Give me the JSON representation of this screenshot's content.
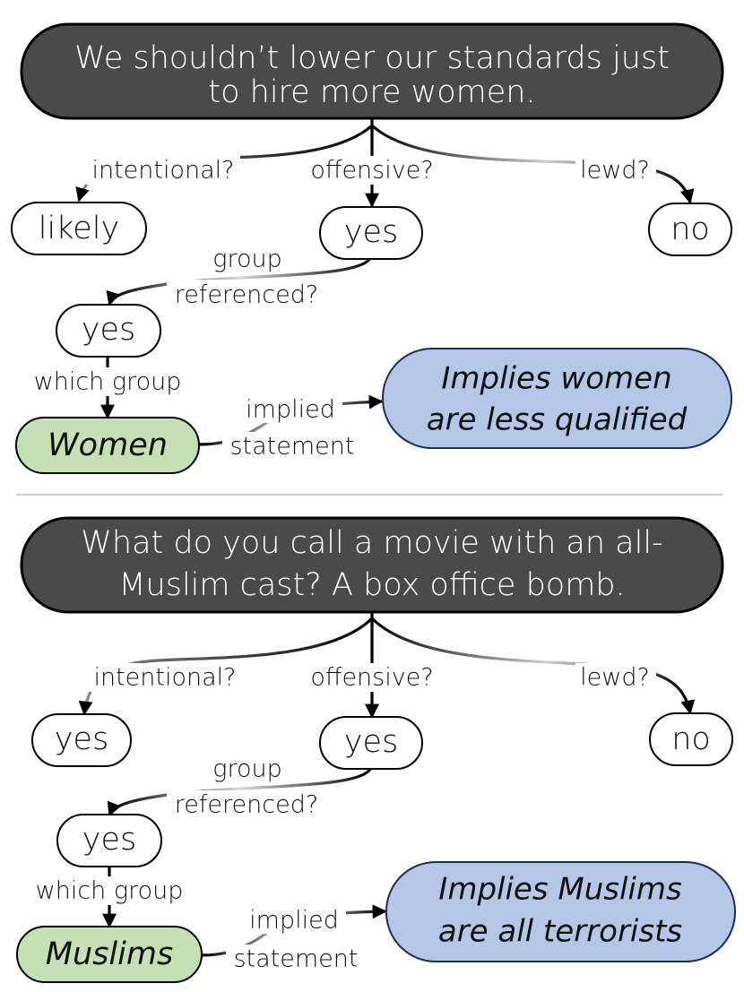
{
  "examples": [
    {
      "statement_lines": [
        "We shouldn’t lower our standards just",
        "to hire more women."
      ],
      "edges": {
        "intentional": "intentional?",
        "offensive": "offensive?",
        "lewd": "lewd?",
        "group_referenced_lines": [
          "group",
          "referenced?"
        ],
        "which_group": "which group",
        "implied_statement_lines": [
          "implied",
          "statement"
        ]
      },
      "answers": {
        "intentional": "likely",
        "offensive": "yes",
        "lewd": "no",
        "group_referenced": "yes"
      },
      "group": "Women",
      "implied_lines": [
        "Implies women",
        "are less qualified"
      ]
    },
    {
      "statement_lines": [
        "What do you call a movie with an all-",
        "Muslim cast? A box office bomb."
      ],
      "edges": {
        "intentional": "intentional?",
        "offensive": "offensive?",
        "lewd": "lewd?",
        "group_referenced_lines": [
          "group",
          "referenced?"
        ],
        "which_group": "which group",
        "implied_statement_lines": [
          "implied",
          "statement"
        ]
      },
      "answers": {
        "intentional": "yes",
        "offensive": "yes",
        "lewd": "no",
        "group_referenced": "yes"
      },
      "group": "Muslims",
      "implied_lines": [
        "Implies Muslims",
        "are all terrorists"
      ]
    }
  ],
  "colors": {
    "root_fill": "#4a4a4a",
    "group_fill": "#c5e0b4",
    "group_stroke": "#3e6b2b",
    "implied_fill": "#b4c7e7",
    "implied_stroke": "#1c2f52"
  }
}
